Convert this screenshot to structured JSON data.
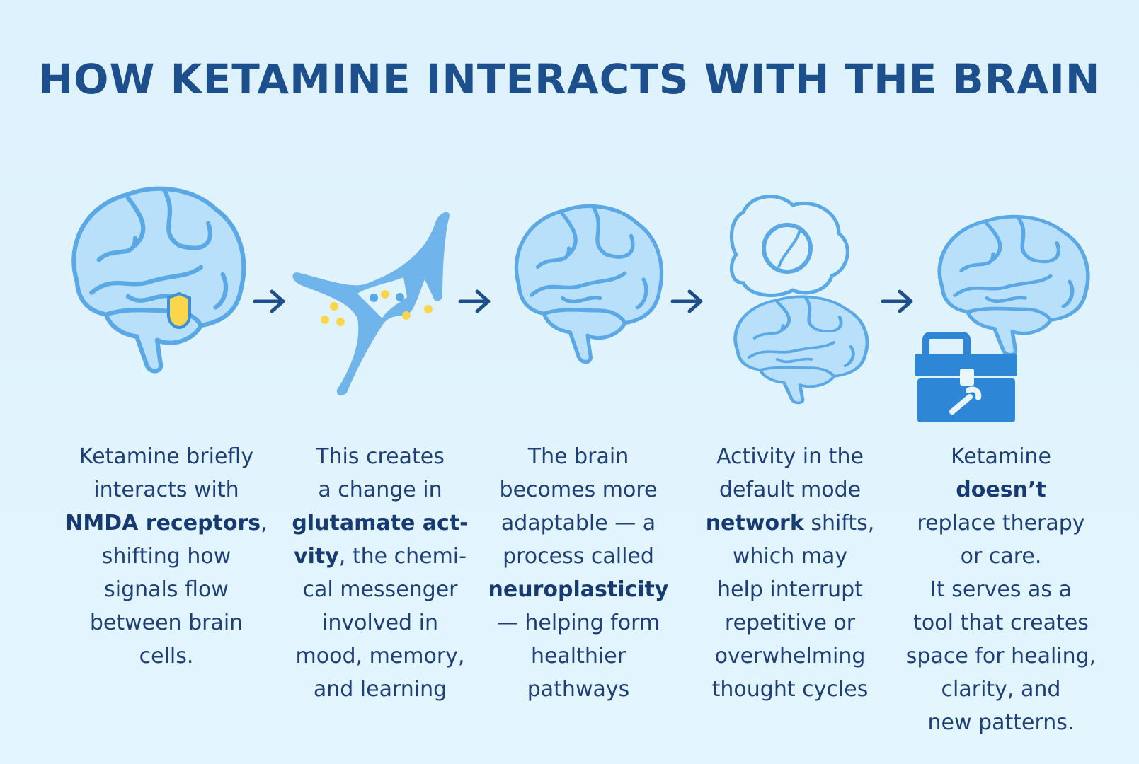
{
  "title": "HOW KETAMINE INTERACTS WITH THE BRAIN",
  "colors": {
    "title": "#1d4f8d",
    "text": "#1e3f78",
    "icon_fill": "#b8e0fb",
    "icon_stroke": "#5aa8e6",
    "accent_blue": "#2e86d6",
    "accent_yellow": "#fbd54a",
    "arrow": "#1d4f8d"
  },
  "steps": [
    {
      "icon": "brain-with-shield-icon",
      "lines": [
        [
          {
            "text": "Ketamine briefly",
            "bold": false
          }
        ],
        [
          {
            "text": "interacts with",
            "bold": false
          }
        ],
        [
          {
            "text": "NMDA receptors",
            "bold": true
          },
          {
            "text": ",",
            "bold": false
          }
        ],
        [
          {
            "text": "shifting how",
            "bold": false
          }
        ],
        [
          {
            "text": "signals flow",
            "bold": false
          }
        ],
        [
          {
            "text": "between brain",
            "bold": false
          }
        ],
        [
          {
            "text": "cells.",
            "bold": false
          }
        ]
      ]
    },
    {
      "icon": "neuron-synapse-icon",
      "lines": [
        [
          {
            "text": "This creates",
            "bold": false
          }
        ],
        [
          {
            "text": "a change in",
            "bold": false
          }
        ],
        [
          {
            "text": "glutamate act-",
            "bold": true
          }
        ],
        [
          {
            "text": "vity",
            "bold": true
          },
          {
            "text": ", the chemi-",
            "bold": false
          }
        ],
        [
          {
            "text": "cal messenger",
            "bold": false
          }
        ],
        [
          {
            "text": "involved in",
            "bold": false
          }
        ],
        [
          {
            "text": "mood, memory,",
            "bold": false
          }
        ],
        [
          {
            "text": "and learning",
            "bold": false
          }
        ]
      ]
    },
    {
      "icon": "brain-icon",
      "lines": [
        [
          {
            "text": "The brain",
            "bold": false
          }
        ],
        [
          {
            "text": "becomes more",
            "bold": false
          }
        ],
        [
          {
            "text": "adaptable — a",
            "bold": false
          }
        ],
        [
          {
            "text": "process called",
            "bold": false
          }
        ],
        [
          {
            "text": "neuroplasticity",
            "bold": true
          }
        ],
        [
          {
            "text": "— helping form",
            "bold": false
          }
        ],
        [
          {
            "text": "healthier",
            "bold": false
          }
        ],
        [
          {
            "text": "pathways",
            "bold": false
          }
        ]
      ]
    },
    {
      "icon": "thought-cloud-brain-icon",
      "lines": [
        [
          {
            "text": "Activity in the",
            "bold": false
          }
        ],
        [
          {
            "text": "default mode",
            "bold": false
          }
        ],
        [
          {
            "text": "network",
            "bold": true
          },
          {
            "text": " shifts,",
            "bold": false
          }
        ],
        [
          {
            "text": "which may",
            "bold": false
          }
        ],
        [
          {
            "text": "help interrupt",
            "bold": false
          }
        ],
        [
          {
            "text": "repetitive or",
            "bold": false
          }
        ],
        [
          {
            "text": "overwhelming",
            "bold": false
          }
        ],
        [
          {
            "text": "thought cycles",
            "bold": false
          }
        ]
      ]
    },
    {
      "icon": "brain-toolbox-icon",
      "lines": [
        [
          {
            "text": "Ketamine",
            "bold": false
          }
        ],
        [
          {
            "text": "doesn’t",
            "bold": true
          }
        ],
        [
          {
            "text": "replace therapy",
            "bold": false
          }
        ],
        [
          {
            "text": "or care.",
            "bold": false
          }
        ],
        [
          {
            "text": "It serves as a",
            "bold": false
          }
        ],
        [
          {
            "text": "tool that creates",
            "bold": false
          }
        ],
        [
          {
            "text": "space for healing,",
            "bold": false
          }
        ],
        [
          {
            "text": "clarity, and",
            "bold": false
          }
        ],
        [
          {
            "text": "new patterns.",
            "bold": false
          }
        ]
      ]
    }
  ]
}
